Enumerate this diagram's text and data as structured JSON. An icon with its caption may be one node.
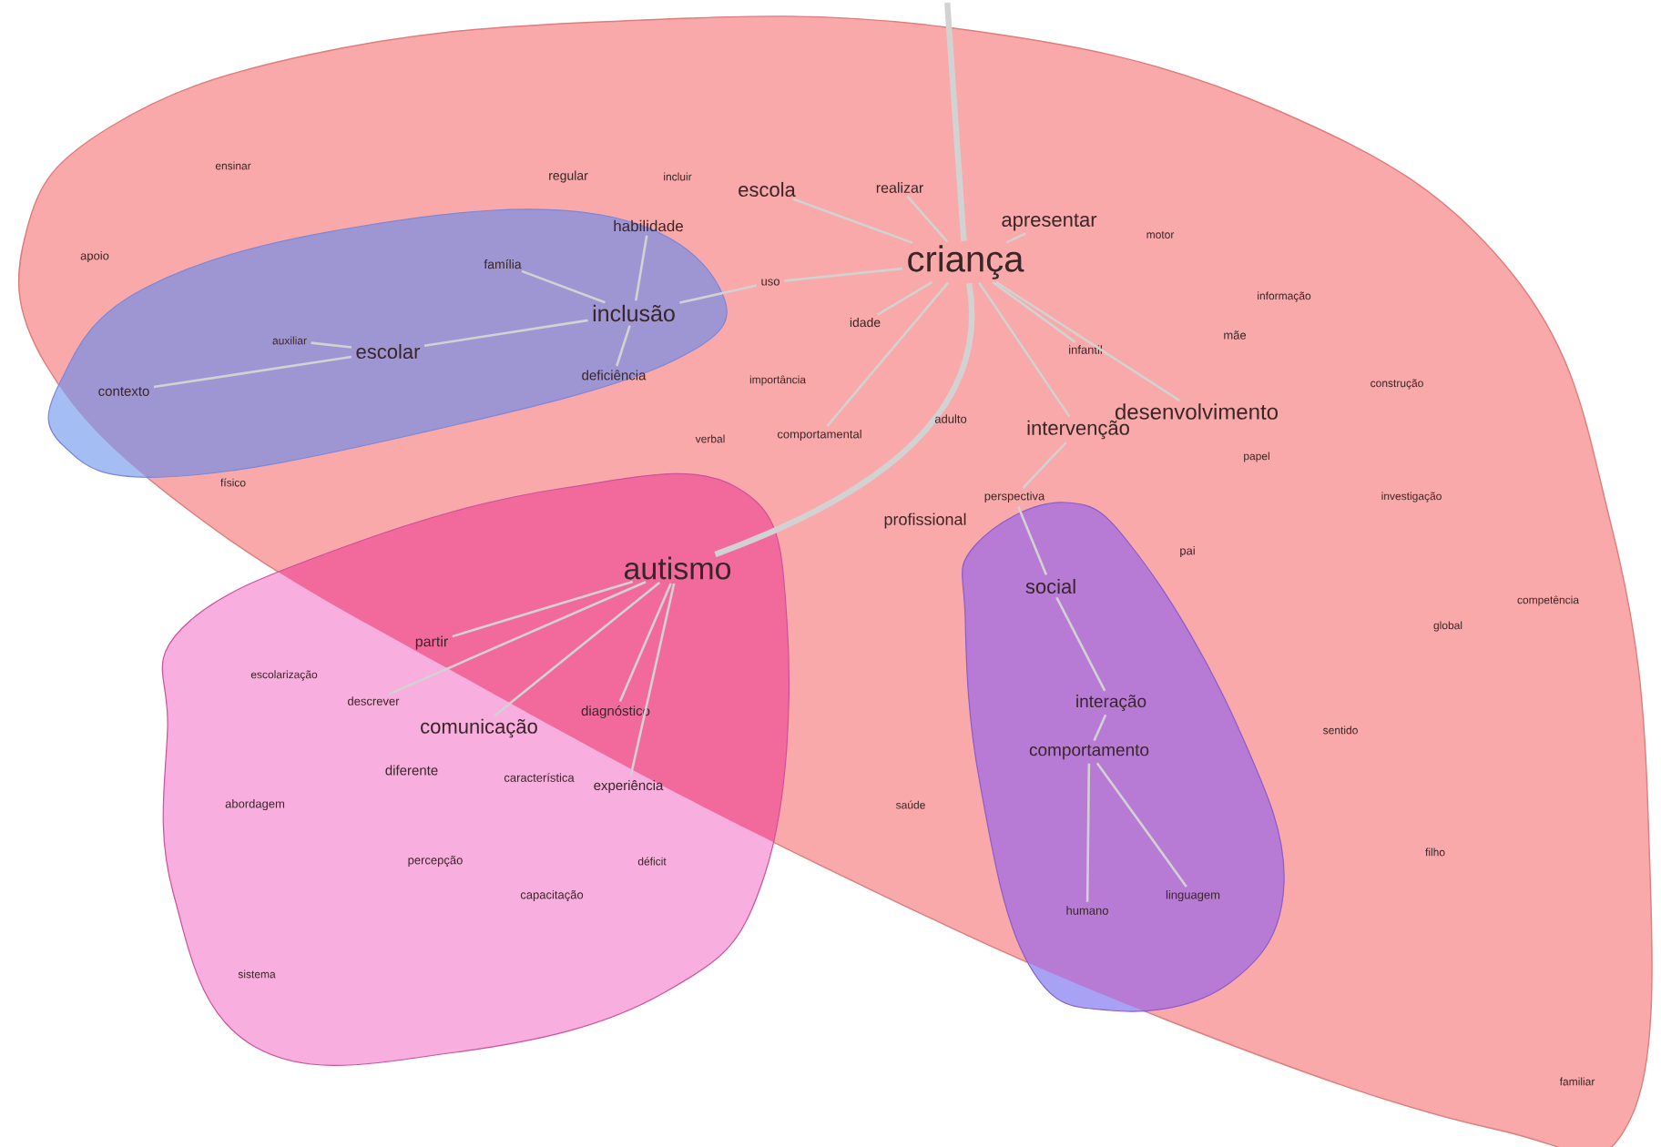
{
  "diagram": {
    "nodes": [
      {
        "text": [
          "criança"
        ]
      },
      {
        "text": [
          "autismo"
        ]
      },
      {
        "text": [
          "inclusão"
        ]
      },
      {
        "text": [
          "escola"
        ]
      },
      {
        "text": [
          "apresentar"
        ]
      },
      {
        "text": [
          "realizar"
        ]
      },
      {
        "text": [
          "idade"
        ]
      },
      {
        "text": [
          "intervenção"
        ]
      },
      {
        "text": [
          "desenvolvimento"
        ]
      },
      {
        "text": [
          "social"
        ]
      },
      {
        "text": [
          "interação"
        ]
      },
      {
        "text": [
          "comportamento"
        ]
      },
      {
        "text": [
          "humano"
        ]
      },
      {
        "text": [
          "linguagem"
        ]
      },
      {
        "text": [
          "escolar"
        ]
      },
      {
        "text": [
          "família"
        ]
      },
      {
        "text": [
          "habilidade"
        ]
      },
      {
        "text": [
          "deficiência"
        ]
      },
      {
        "text": [
          "contexto"
        ]
      },
      {
        "text": [
          "auxiliar"
        ]
      },
      {
        "text": [
          "partir"
        ]
      },
      {
        "text": [
          "comunicação"
        ]
      },
      {
        "text": [
          "diagnóstico"
        ]
      },
      {
        "text": [
          "experiência"
        ]
      },
      {
        "text": [
          "descrever"
        ]
      },
      {
        "text": [
          "perspectiva"
        ]
      },
      {
        "text": [
          "uso"
        ]
      },
      {
        "text": [
          "infantil"
        ]
      },
      {
        "text": [
          "comportamental"
        ]
      }
    ],
    "edges": [
      {
        "from": null,
        "to": 0,
        "arrow": "none",
        "style": "thick"
      },
      {
        "from": 0,
        "to": 1,
        "arrow": "none",
        "style": "thick"
      },
      {
        "from": 0,
        "to": 3,
        "arrow": "none"
      },
      {
        "from": 0,
        "to": 4,
        "arrow": "none"
      },
      {
        "from": 0,
        "to": 5,
        "arrow": "none"
      },
      {
        "from": 0,
        "to": 6,
        "arrow": "none"
      },
      {
        "from": 0,
        "to": 26,
        "arrow": "none"
      },
      {
        "from": 0,
        "to": 27,
        "arrow": "none"
      },
      {
        "from": 0,
        "to": 7,
        "arrow": "none"
      },
      {
        "from": 0,
        "to": 8,
        "arrow": "none"
      },
      {
        "from": 0,
        "to": 28,
        "arrow": "none"
      },
      {
        "from": 26,
        "to": 2,
        "arrow": "none"
      },
      {
        "from": 2,
        "to": 16,
        "arrow": "none"
      },
      {
        "from": 2,
        "to": 15,
        "arrow": "none"
      },
      {
        "from": 2,
        "to": 14,
        "arrow": "none"
      },
      {
        "from": 2,
        "to": 17,
        "arrow": "none"
      },
      {
        "from": 14,
        "to": 18,
        "arrow": "none"
      },
      {
        "from": 14,
        "to": 19,
        "arrow": "none"
      },
      {
        "from": 7,
        "to": 25,
        "arrow": "none"
      },
      {
        "from": 25,
        "to": 9,
        "arrow": "none"
      },
      {
        "from": 9,
        "to": 10,
        "arrow": "none"
      },
      {
        "from": 10,
        "to": 11,
        "arrow": "none"
      },
      {
        "from": 11,
        "to": 12,
        "arrow": "none"
      },
      {
        "from": 11,
        "to": 13,
        "arrow": "none"
      },
      {
        "from": 1,
        "to": 20,
        "arrow": "none"
      },
      {
        "from": 1,
        "to": 24,
        "arrow": "none"
      },
      {
        "from": 1,
        "to": 21,
        "arrow": "none"
      },
      {
        "from": 1,
        "to": 22,
        "arrow": "none"
      },
      {
        "from": 1,
        "to": 23,
        "arrow": "none"
      }
    ],
    "labels": [
      "ensinar",
      "regular",
      "incluir",
      "motor",
      "apoio",
      "informação",
      "mãe",
      "importância",
      "construção",
      "adulto",
      "verbal",
      "papel",
      "físico",
      "investigação",
      "profissional",
      "pai",
      "competência",
      "global",
      "escolarização",
      "sentido",
      "diferente",
      "característica",
      "abordagem",
      "saúde",
      "filho",
      "percepção",
      "déficit",
      "capacitação",
      "sistema",
      "familiar"
    ]
  }
}
